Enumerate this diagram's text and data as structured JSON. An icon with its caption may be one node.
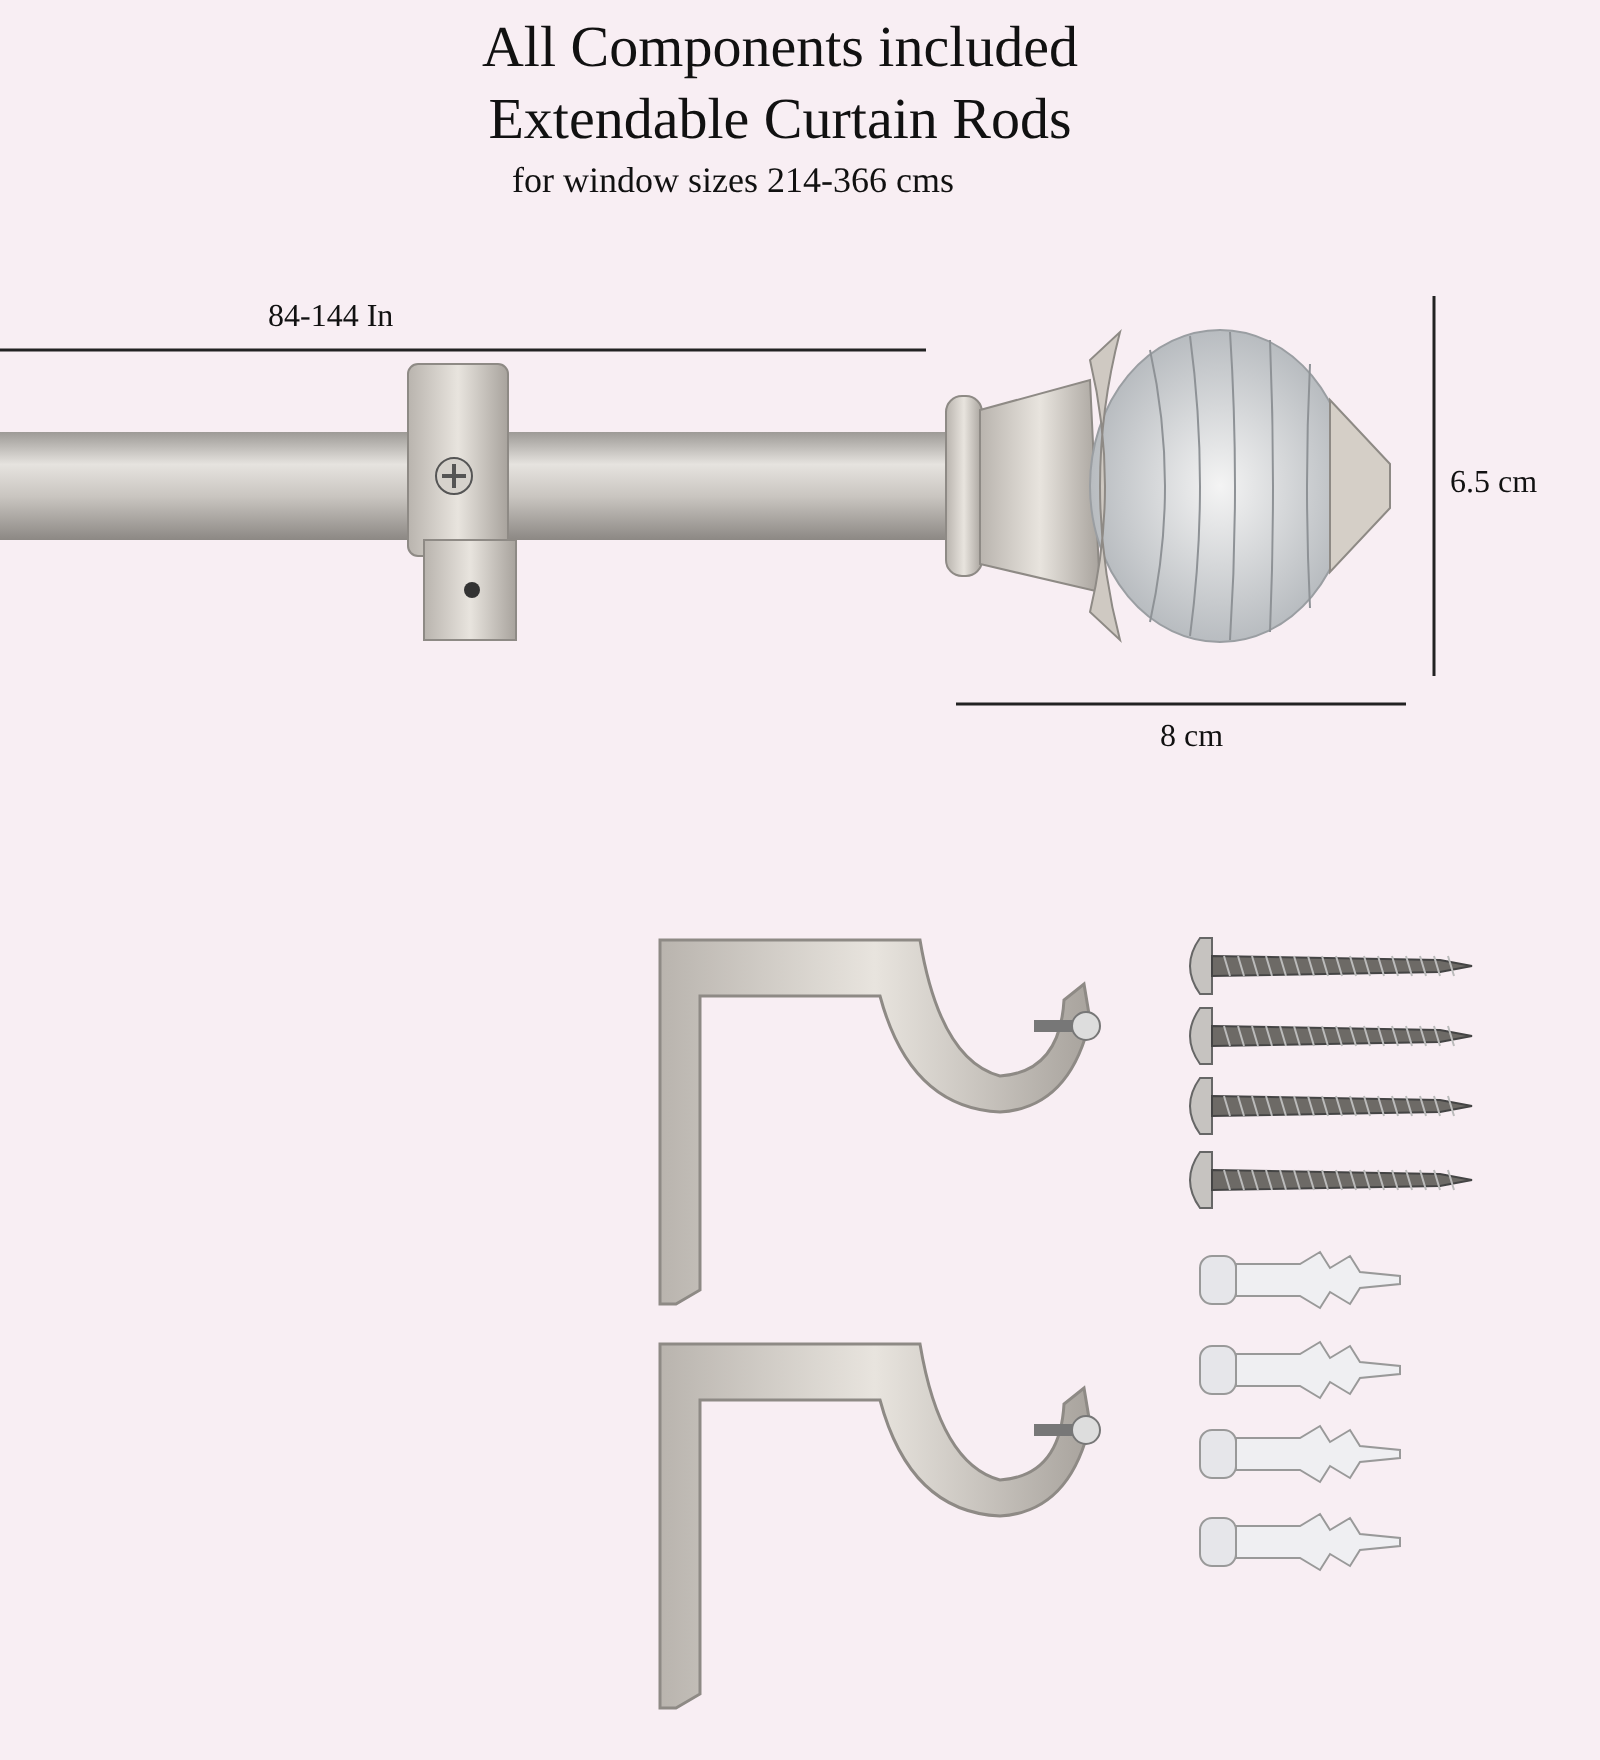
{
  "diagram": {
    "title": "All Components included Extendable Curtain Rods",
    "labels": [
      "for window sizes 214-366 cms",
      "84-144 In",
      "6.5 cm",
      "8 cm"
    ]
  }
}
